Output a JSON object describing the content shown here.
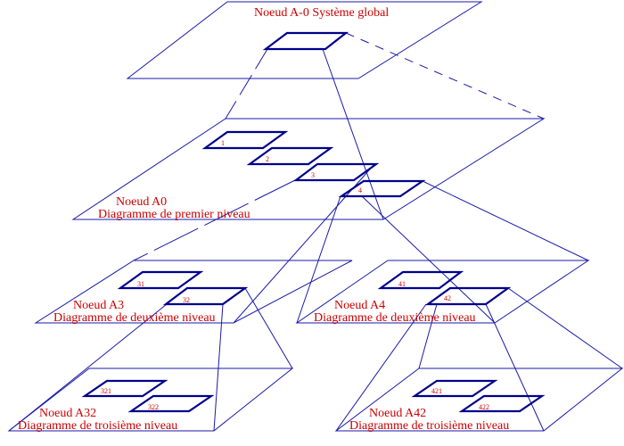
{
  "colors": {
    "plane": "#1a1aa8",
    "box": "#00008b",
    "text": "#cc0000"
  },
  "nodes": {
    "a0_top": {
      "title": "Noeud A-0 Système global"
    },
    "a0": {
      "title": "Noeud A0",
      "subtitle": "Diagramme de premier niveau"
    },
    "a3": {
      "title": "Noeud A3",
      "subtitle": "Diagramme de deuxième niveau"
    },
    "a4": {
      "title": "Noeud A4",
      "subtitle": "Diagramme de deuxième niveau"
    },
    "a32": {
      "title": "Noeud A32",
      "subtitle": "Diagramme de troisième niveau"
    },
    "a42": {
      "title": "Noeud A42",
      "subtitle": "Diagramme de troisième niveau"
    }
  },
  "boxes": {
    "b1": "1",
    "b2": "2",
    "b3": "3",
    "b4": "4",
    "b31": "31",
    "b32": "32",
    "b41": "41",
    "b42": "42",
    "b321": "321",
    "b322": "322",
    "b421": "421",
    "b422": "422"
  }
}
